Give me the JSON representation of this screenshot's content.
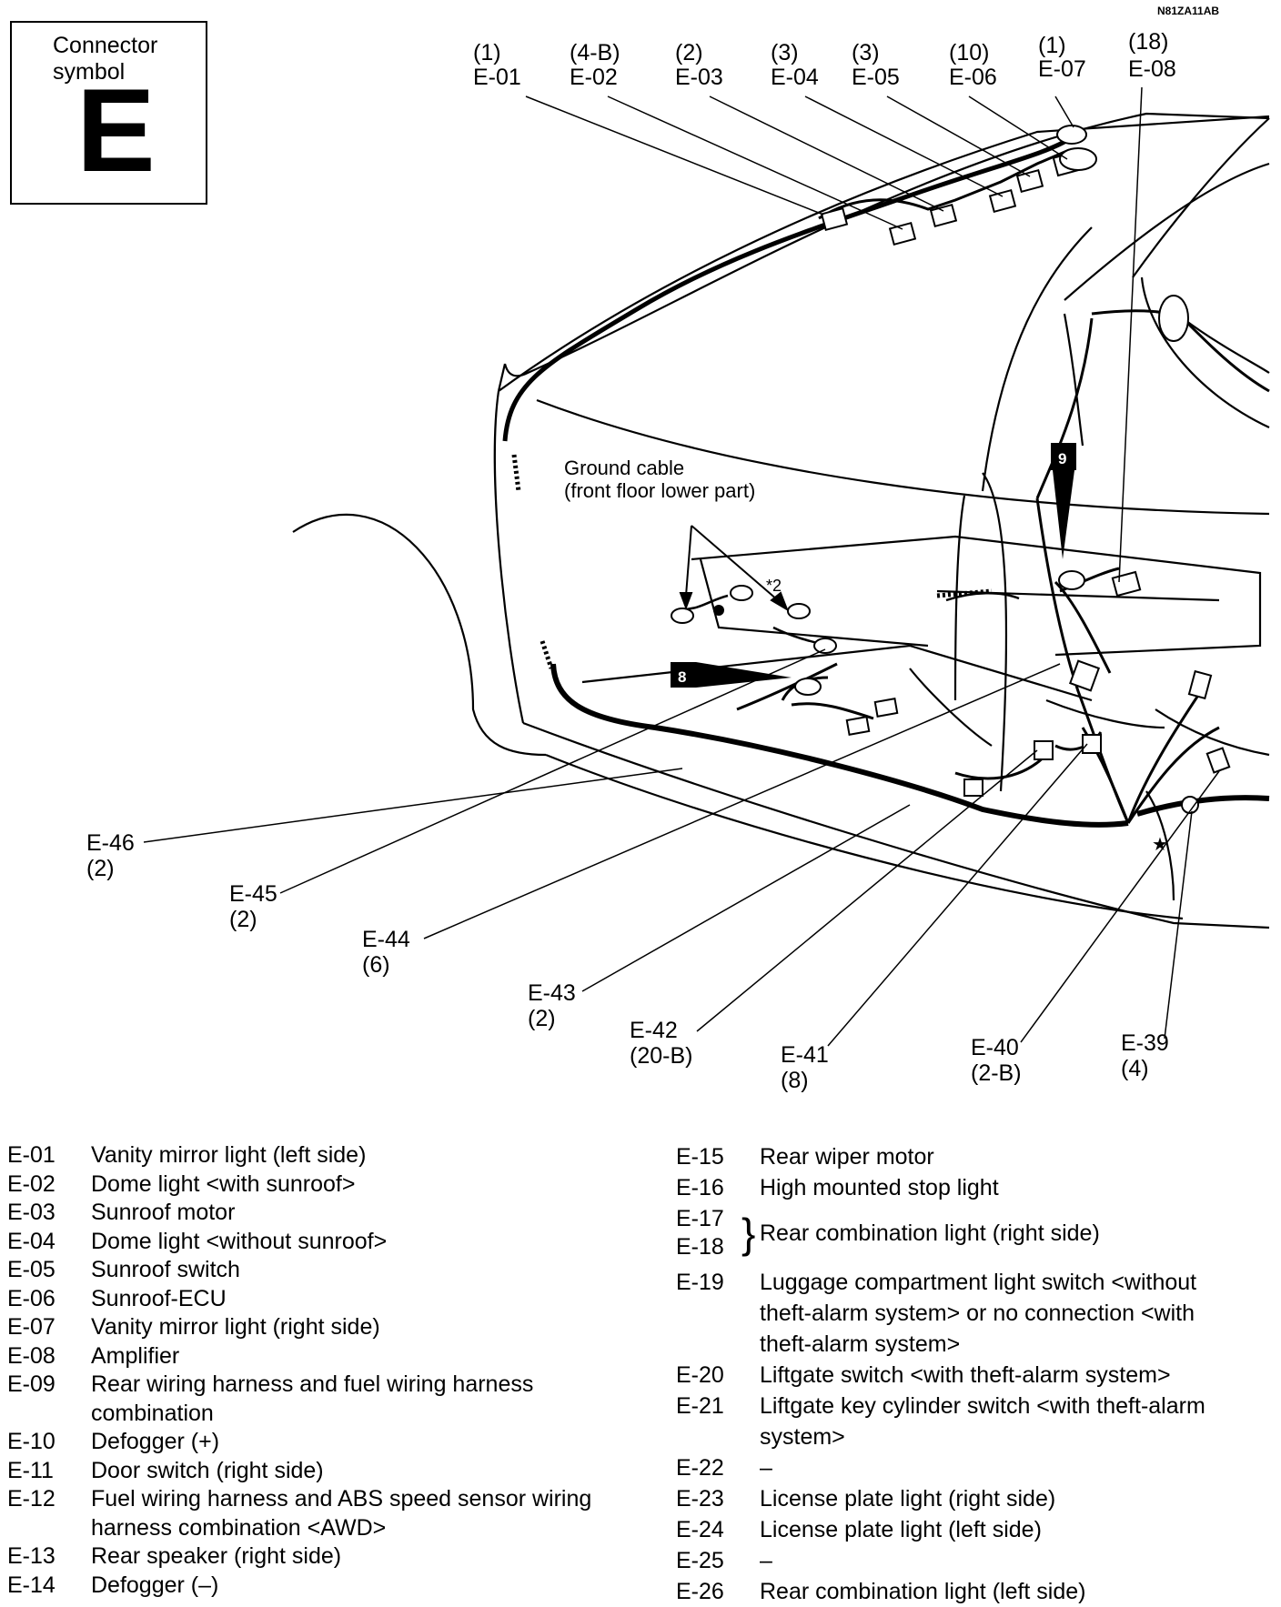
{
  "figure_code": "N81ZA11AB",
  "connector_box": {
    "title_line1": "Connector",
    "title_line2": "symbol",
    "letter": "E"
  },
  "callouts": {
    "ground_cable_line1": "Ground cable",
    "ground_cable_line2": "(front floor lower part)",
    "star2": "*2",
    "marker_9": "9",
    "marker_8": "8",
    "star": "★"
  },
  "top_labels": [
    {
      "pins": "(1)",
      "code": "E-01"
    },
    {
      "pins": "(4-B)",
      "code": "E-02"
    },
    {
      "pins": "(2)",
      "code": "E-03"
    },
    {
      "pins": "(3)",
      "code": "E-04"
    },
    {
      "pins": "(3)",
      "code": "E-05"
    },
    {
      "pins": "(10)",
      "code": "E-06"
    },
    {
      "pins": "(1)",
      "code": "E-07"
    },
    {
      "pins": "(18)",
      "code": "E-08"
    }
  ],
  "bottom_labels": [
    {
      "code": "E-46",
      "pins": "(2)"
    },
    {
      "code": "E-45",
      "pins": "(2)"
    },
    {
      "code": "E-44",
      "pins": "(6)"
    },
    {
      "code": "E-43",
      "pins": "(2)"
    },
    {
      "code": "E-42",
      "pins": "(20-B)"
    },
    {
      "code": "E-41",
      "pins": "(8)"
    },
    {
      "code": "E-40",
      "pins": "(2-B)"
    },
    {
      "code": "E-39",
      "pins": "(4)"
    }
  ],
  "legend_left": [
    {
      "code": "E-01",
      "desc": "Vanity mirror light (left side)"
    },
    {
      "code": "E-02",
      "desc": "Dome light <with sunroof>"
    },
    {
      "code": "E-03",
      "desc": "Sunroof motor"
    },
    {
      "code": "E-04",
      "desc": "Dome light <without sunroof>"
    },
    {
      "code": "E-05",
      "desc": "Sunroof switch"
    },
    {
      "code": "E-06",
      "desc": "Sunroof-ECU"
    },
    {
      "code": "E-07",
      "desc": "Vanity mirror light (right side)"
    },
    {
      "code": "E-08",
      "desc": "Amplifier"
    },
    {
      "code": "E-09",
      "desc": "Rear wiring harness and fuel wiring harness combination"
    },
    {
      "code": "E-10",
      "desc": "Defogger (+)"
    },
    {
      "code": "E-11",
      "desc": "Door switch (right side)"
    },
    {
      "code": "E-12",
      "desc": "Fuel wiring harness and ABS speed sensor wiring harness combination <AWD>"
    },
    {
      "code": "E-13",
      "desc": "Rear speaker (right side)"
    },
    {
      "code": "E-14",
      "desc": "Defogger (–)"
    }
  ],
  "legend_right": {
    "before": [
      {
        "code": "E-15",
        "desc": "Rear wiper motor"
      },
      {
        "code": "E-16",
        "desc": "High mounted stop light"
      }
    ],
    "brace": {
      "codes": [
        "E-17",
        "E-18"
      ],
      "desc": "Rear combination light (right side)"
    },
    "after": [
      {
        "code": "E-19",
        "desc": "Luggage compartment light switch <without theft-alarm system> or no connection <with theft-alarm system>"
      },
      {
        "code": "E-20",
        "desc": "Liftgate switch <with theft-alarm system>"
      },
      {
        "code": "E-21",
        "desc": "Liftgate key cylinder switch <with theft-alarm system>"
      },
      {
        "code": "E-22",
        "desc": "–"
      },
      {
        "code": "E-23",
        "desc": "License plate light (right side)"
      },
      {
        "code": "E-24",
        "desc": "License plate light (left side)"
      },
      {
        "code": "E-25",
        "desc": "–"
      },
      {
        "code": "E-26",
        "desc": "Rear combination light (left side)"
      }
    ]
  }
}
